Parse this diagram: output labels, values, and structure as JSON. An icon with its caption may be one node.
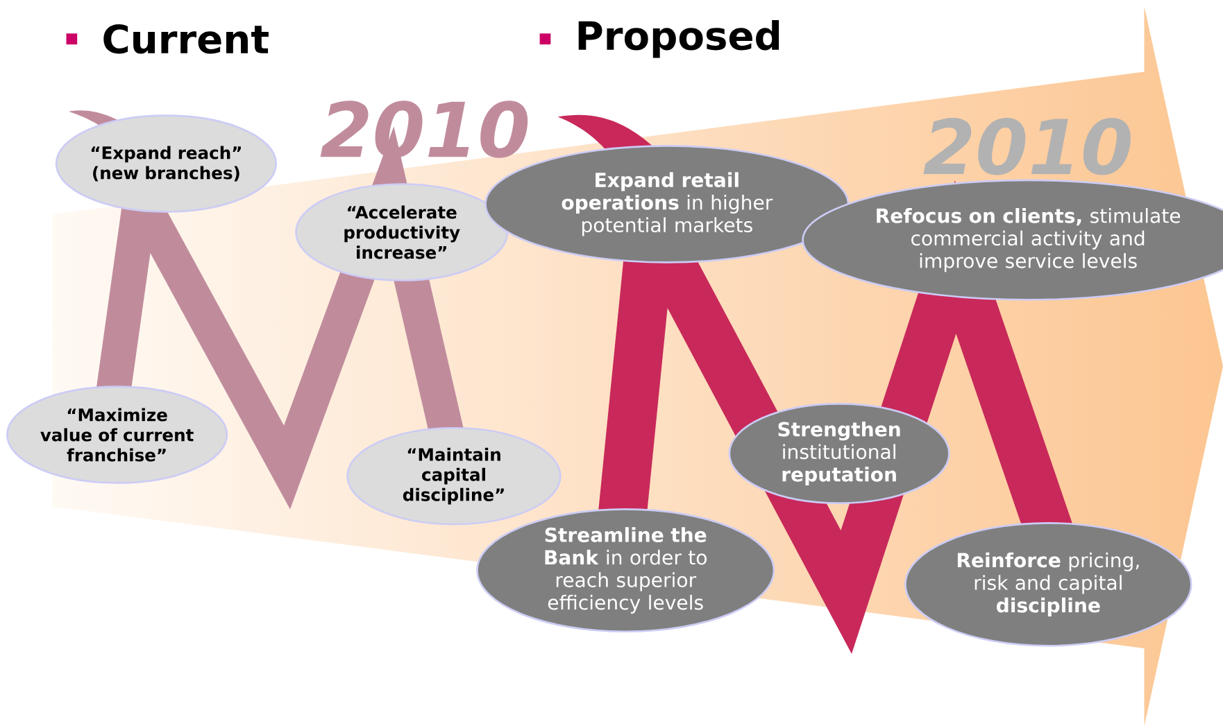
{
  "diagram": {
    "nodes": [
      {
        "text": [
          "“Expand reach” (new branches)"
        ]
      },
      {
        "text": [
          "“Accelerate productivity increase”"
        ]
      },
      {
        "text": [
          "“Maximize value of current franchise”"
        ]
      },
      {
        "text": [
          "“Maintain capital discipline”"
        ]
      },
      {
        "text": [
          "**Expand retail operations** in higher potential markets"
        ]
      },
      {
        "text": [
          "**Refocus on clients,** stimulate commercial activity and improve service levels"
        ]
      },
      {
        "text": [
          "**Strengthen** institutional **reputation**"
        ]
      },
      {
        "text": [
          "**Streamline the Bank** in order to reach superior efficiency levels"
        ]
      },
      {
        "text": [
          "**Reinforce** pricing, risk and capital **discipline**"
        ]
      }
    ],
    "labels": [
      "Current",
      "Proposed",
      "2010",
      "2010"
    ]
  }
}
